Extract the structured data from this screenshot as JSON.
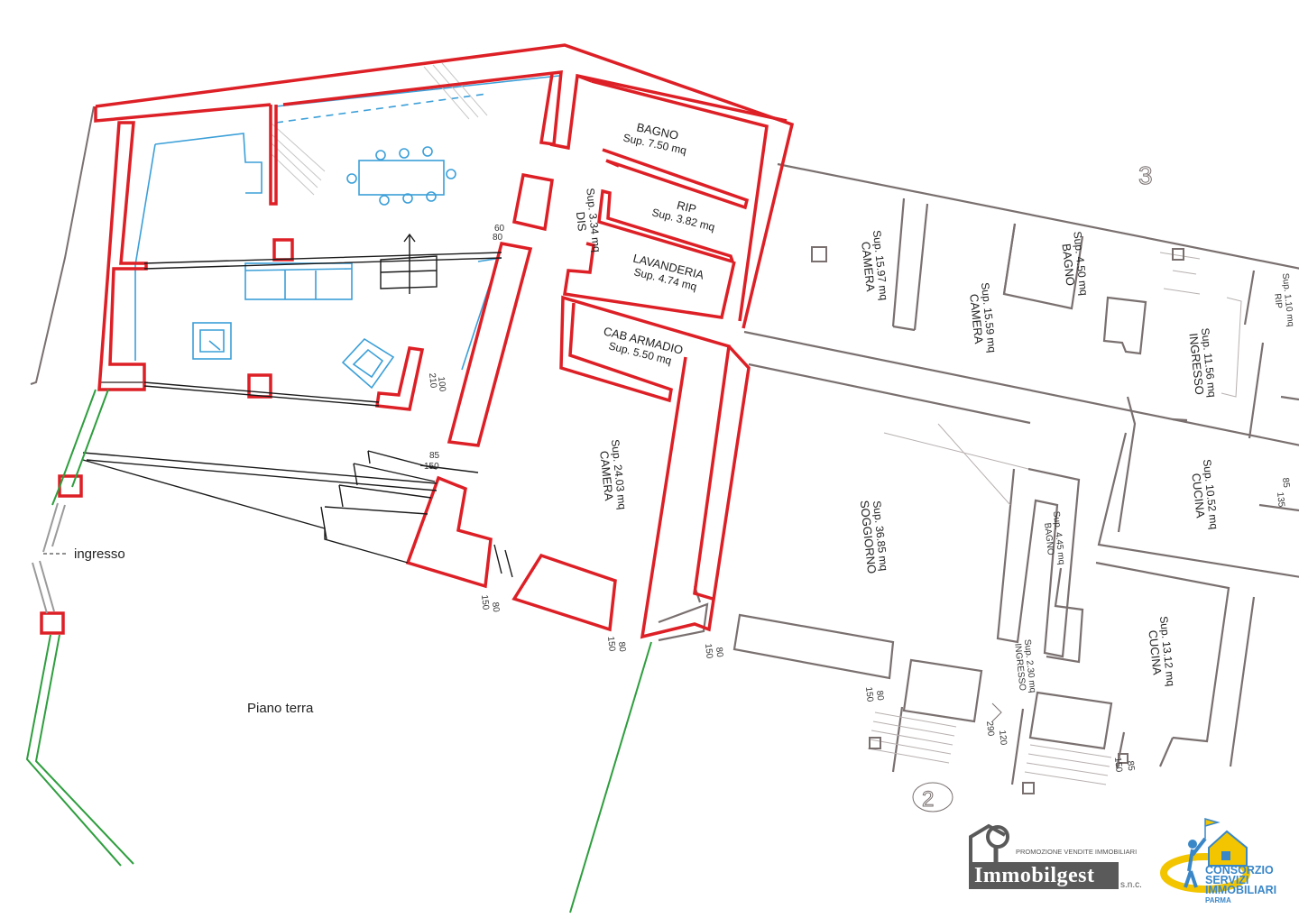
{
  "plan": {
    "floor_label": "Piano terra",
    "entrance_label": "ingresso",
    "sheet_marks": [
      "3",
      "2"
    ],
    "rooms_new": [
      {
        "name": "BAGNO",
        "area": "Sup. 7.50 mq"
      },
      {
        "name": "RIP",
        "area": "Sup. 3.82 mq"
      },
      {
        "name": "LAVANDERIA",
        "area": "Sup. 4.74 mq"
      },
      {
        "name": "CAB ARMADIO",
        "area": "Sup. 5.50 mq"
      },
      {
        "name": "DIS",
        "area": "Sup. 3.34 mq"
      },
      {
        "name": "CAMERA",
        "area": "Sup. 24.03 mq"
      }
    ],
    "rooms_existing": [
      {
        "name": "CAMERA",
        "area": "Sup. 15.97 mq"
      },
      {
        "name": "CAMERA",
        "area": "Sup. 15.59 mq"
      },
      {
        "name": "BAGNO",
        "area": "Sup. 4.50 mq"
      },
      {
        "name": "RIP",
        "area": "Sup. 1.10 mq"
      },
      {
        "name": "INGRESSO",
        "area": "Sup. 11.56 mq"
      },
      {
        "name": "CUCINA",
        "area": "Sup. 10.52 mq"
      },
      {
        "name": "SOGGIORNO",
        "area": "Sup. 36.85 mq"
      },
      {
        "name": "BAGNO",
        "area": "Sup. 4.45 mq"
      },
      {
        "name": "INGRESSO",
        "area": "Sup. 2.30 mq"
      },
      {
        "name": "CUCINA",
        "area": "Sup. 13.12 mq"
      }
    ],
    "dimensions": [
      "60",
      "80",
      "100",
      "210",
      "85",
      "150",
      "150",
      "80",
      "150",
      "80",
      "150",
      "80",
      "150",
      "80",
      "120",
      "290",
      "150",
      "85",
      "85",
      "135"
    ]
  },
  "logos": {
    "immobilgest": {
      "name": "Immobilgest",
      "tagline": "PROMOZIONE VENDITE IMMOBILIARI",
      "suffix": "s.n.c."
    },
    "consorzio": {
      "line1": "CONSORZIO",
      "line2": "SERVIZI",
      "line3": "IMMOBILIARI",
      "line4": "PARMA"
    }
  },
  "colors": {
    "new_walls": "#dd1f26",
    "existing": "#7a7070",
    "furniture": "#3b9fd8",
    "garden": "#2e9e3e",
    "gray_line": "#8a8a8a"
  }
}
